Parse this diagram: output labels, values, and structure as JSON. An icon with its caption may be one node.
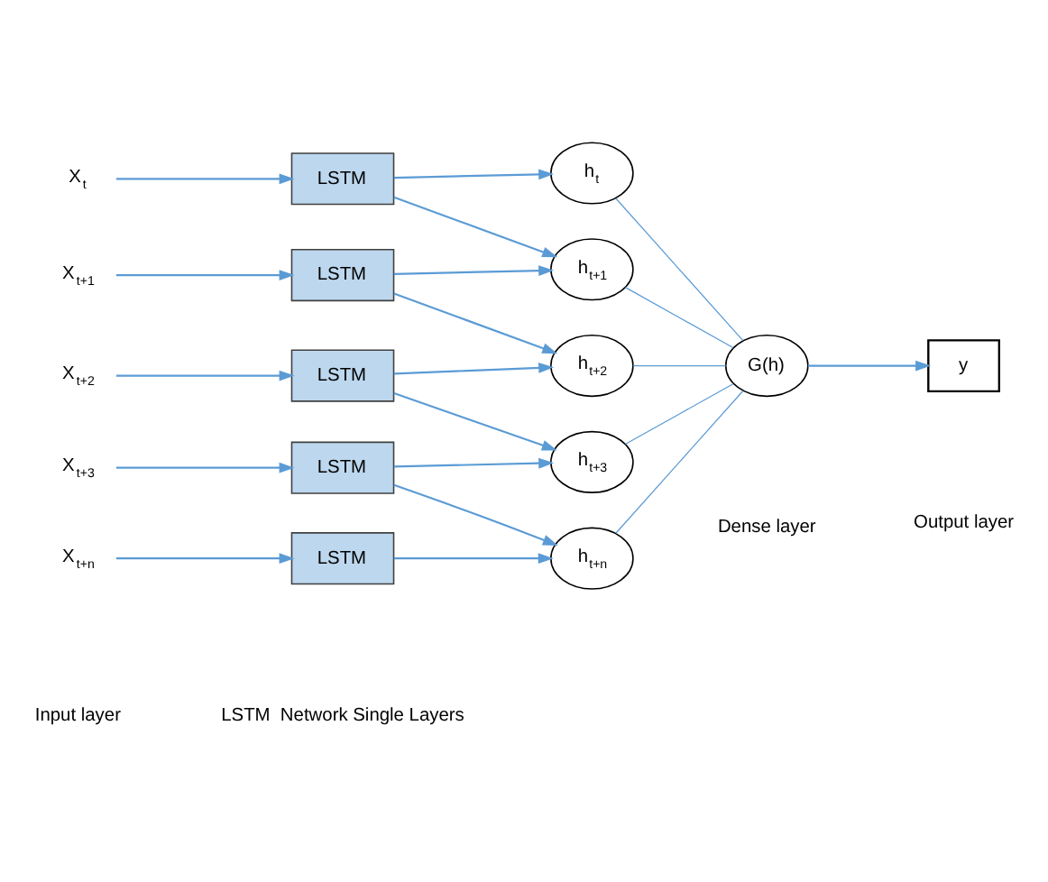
{
  "diagram": {
    "nodes": [
      {
        "text": [
          "X$_{t}$"
        ]
      },
      {
        "text": [
          "LSTM"
        ]
      },
      {
        "text": [
          "h$_{t}$"
        ]
      },
      {
        "text": [
          "X$_{t+1}$"
        ]
      },
      {
        "text": [
          "LSTM"
        ]
      },
      {
        "text": [
          "h$_{t+1}$"
        ]
      },
      {
        "text": [
          "X$_{t+2}$"
        ]
      },
      {
        "text": [
          "LSTM"
        ]
      },
      {
        "text": [
          "h$_{t+2}$"
        ]
      },
      {
        "text": [
          "X$_{t+3}$"
        ]
      },
      {
        "text": [
          "LSTM"
        ]
      },
      {
        "text": [
          "h$_{t+3}$"
        ]
      },
      {
        "text": [
          "X$_{t+n}$"
        ]
      },
      {
        "text": [
          "LSTM"
        ]
      },
      {
        "text": [
          "h$_{t+n}$"
        ]
      },
      {
        "text": [
          "G(h)"
        ]
      },
      {
        "text": [
          "y"
        ]
      }
    ],
    "edges": [
      {
        "from": 0,
        "to": 1,
        "arrow": "to"
      },
      {
        "from": 1,
        "to": 2,
        "arrow": "to"
      },
      {
        "from": 1,
        "to": 5,
        "arrow": "to"
      },
      {
        "from": 3,
        "to": 4,
        "arrow": "to"
      },
      {
        "from": 4,
        "to": 5,
        "arrow": "to"
      },
      {
        "from": 4,
        "to": 8,
        "arrow": "to"
      },
      {
        "from": 6,
        "to": 7,
        "arrow": "to"
      },
      {
        "from": 7,
        "to": 8,
        "arrow": "to"
      },
      {
        "from": 7,
        "to": 11,
        "arrow": "to"
      },
      {
        "from": 9,
        "to": 10,
        "arrow": "to"
      },
      {
        "from": 10,
        "to": 11,
        "arrow": "to"
      },
      {
        "from": 10,
        "to": 14,
        "arrow": "to"
      },
      {
        "from": 12,
        "to": 13,
        "arrow": "to"
      },
      {
        "from": 13,
        "to": 14,
        "arrow": "to"
      },
      {
        "from": 2,
        "to": 15,
        "arrow": "none"
      },
      {
        "from": 5,
        "to": 15,
        "arrow": "none"
      },
      {
        "from": 8,
        "to": 15,
        "arrow": "none"
      },
      {
        "from": 11,
        "to": 15,
        "arrow": "none"
      },
      {
        "from": 14,
        "to": 15,
        "arrow": "none"
      },
      {
        "from": 15,
        "to": 16,
        "arrow": "to"
      }
    ],
    "labels": [
      "Input layer",
      "LSTM  Network Single Layers",
      "Dense layer",
      "Output layer"
    ]
  }
}
